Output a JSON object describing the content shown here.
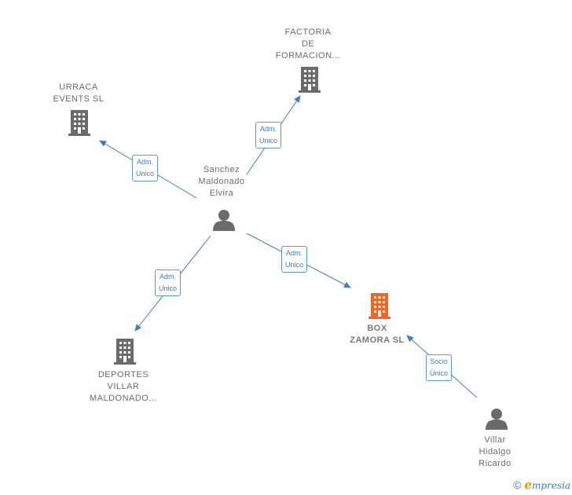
{
  "colors": {
    "edge": "#3d7fc1",
    "building": "#6b6b6b",
    "building_highlight": "#f26522",
    "person": "#6b6b6b"
  },
  "nodes": {
    "person_main": {
      "label": "Sanchez\nMaldonado\nElvira",
      "icon": "person-icon"
    },
    "factoria": {
      "label": "FACTORIA\nDE\nFORMACION...",
      "icon": "building-icon"
    },
    "urraca": {
      "label": "URRACA\nEVENTS  SL",
      "icon": "building-icon"
    },
    "deportes": {
      "label": "DEPORTES\nVILLAR\nMALDONADO...",
      "icon": "building-icon"
    },
    "box": {
      "label": "BOX\nZAMORA  SL",
      "icon": "building-icon"
    },
    "villar": {
      "label": "Villar\nHidalgo\nRicardo",
      "icon": "person-icon"
    }
  },
  "edges": {
    "to_factoria": "Adm.\nUnico",
    "to_urraca": "Adm.\nUnico",
    "to_deportes": "Adm.\nUnico",
    "to_box": "Adm.\nUnico",
    "villar_to_box": "Socio\nÚnico"
  },
  "footer": {
    "copyright": "©",
    "brand_initial": "e",
    "brand_rest": "mpresia"
  }
}
